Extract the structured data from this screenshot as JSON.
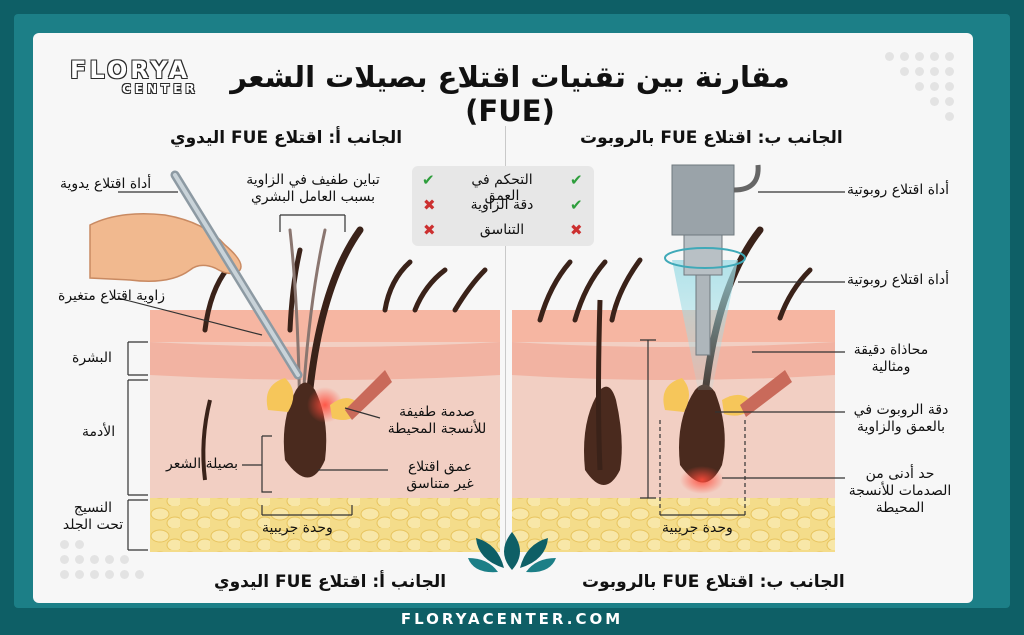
{
  "brand": {
    "logo_main": "FLORYA",
    "logo_sub": "CENTER",
    "footer_url": "FLORYACENTER.COM",
    "colors": {
      "frame": "#0e5f66",
      "frame_inner": "#1c7f87",
      "skin": "#f2c8b8",
      "epidermis": "#f7b9a6",
      "fat": "#f4dc8a",
      "follicle": "#4a2a1e"
    }
  },
  "title": "مقارنة بين تقنيات اقتلاع بصيلات الشعر (FUE)",
  "side_a": {
    "heading": "الجانب أ: اقتلاع FUE اليدوي",
    "footer_heading": "الجانب أ: اقتلاع FUE اليدوي",
    "labels": {
      "manual_tool": "أداة اقتلاع يدوية",
      "angle_variance_1": "تباين طفيف في الزاوية",
      "angle_variance_2": "بسبب العامل البشري",
      "variable_angle": "زاوية اقتلاع متغيرة",
      "epidermis": "البشرة",
      "dermis": "الأدمة",
      "subcutaneous_1": "النسيج",
      "subcutaneous_2": "تحت الجلد",
      "hair_follicle": "بصيلة الشعر",
      "trauma_1": "صدمة طفيفة",
      "trauma_2": "للأنسجة المحيطة",
      "depth_1": "عمق اقتلاع",
      "depth_2": "غير متناسق",
      "follicular_unit": "وحدة جريبية"
    }
  },
  "side_b": {
    "heading": "الجانب ب: اقتلاع FUE بالروبوت",
    "footer_heading": "الجانب ب: اقتلاع FUE بالروبوت",
    "labels": {
      "robot_tool_1": "أداة اقتلاع روبوتية",
      "robot_tool_2": "أداة اقتلاع روبوتية",
      "alignment_1": "محاذاة دقيقة",
      "alignment_2": "ومثالية",
      "precision_1": "دقة الروبوت في",
      "precision_2": "بالعمق والزاوية",
      "min_trauma_1": "حد أدنى من",
      "min_trauma_2": "الصدمات للأنسجة",
      "min_trauma_3": "المحيطة",
      "follicular_unit": "وحدة جريبية"
    }
  },
  "legend": {
    "rows": [
      {
        "label": "التحكم في العمق",
        "robot": "check-icon",
        "manual": "check-icon"
      },
      {
        "label": "دقة الزاوية",
        "robot": "check-icon",
        "manual": "cross-icon"
      },
      {
        "label": "التناسق",
        "robot": "cross-icon",
        "manual": "cross-icon"
      }
    ]
  }
}
